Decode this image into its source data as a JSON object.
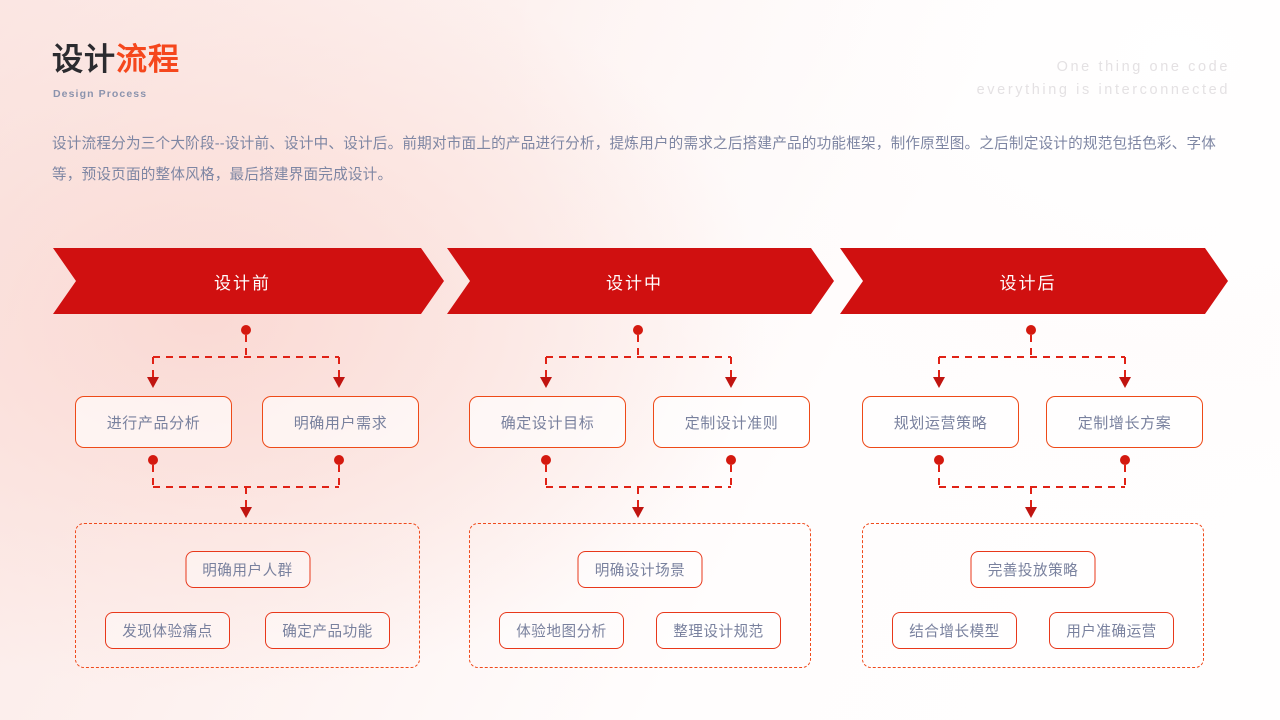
{
  "header": {
    "title_dark": "设计",
    "title_accent": "流程",
    "subtitle": "Design Process",
    "tagline_line1": "One thing one code",
    "tagline_line2": "everything is interconnected",
    "description": "设计流程分为三个大阶段--设计前、设计中、设计后。前期对市面上的产品进行分析，提炼用户的需求之后搭建产品的功能框架，制作原型图。之后制定设计的规范包括色彩、字体等，预设页面的整体风格，最后搭建界面完成设计。"
  },
  "colors": {
    "banner_red": "#d01010",
    "accent_orange": "#ee4a18",
    "box_text": "#79819e",
    "title_dark": "#2b2b2f",
    "connector_red": "#e02216"
  },
  "stages": [
    {
      "banner_label": "设计前",
      "primary_boxes": [
        "进行产品分析",
        "明确用户需求"
      ],
      "group_boxes": {
        "top": "明确用户人群",
        "bottom_left": "发现体验痛点",
        "bottom_right": "确定产品功能"
      }
    },
    {
      "banner_label": "设计中",
      "primary_boxes": [
        "确定设计目标",
        "定制设计准则"
      ],
      "group_boxes": {
        "top": "明确设计场景",
        "bottom_left": "体验地图分析",
        "bottom_right": "整理设计规范"
      }
    },
    {
      "banner_label": "设计后",
      "primary_boxes": [
        "规划运营策略",
        "定制增长方案"
      ],
      "group_boxes": {
        "top": "完善投放策略",
        "bottom_left": "结合增长模型",
        "bottom_right": "用户准确运营"
      }
    }
  ]
}
